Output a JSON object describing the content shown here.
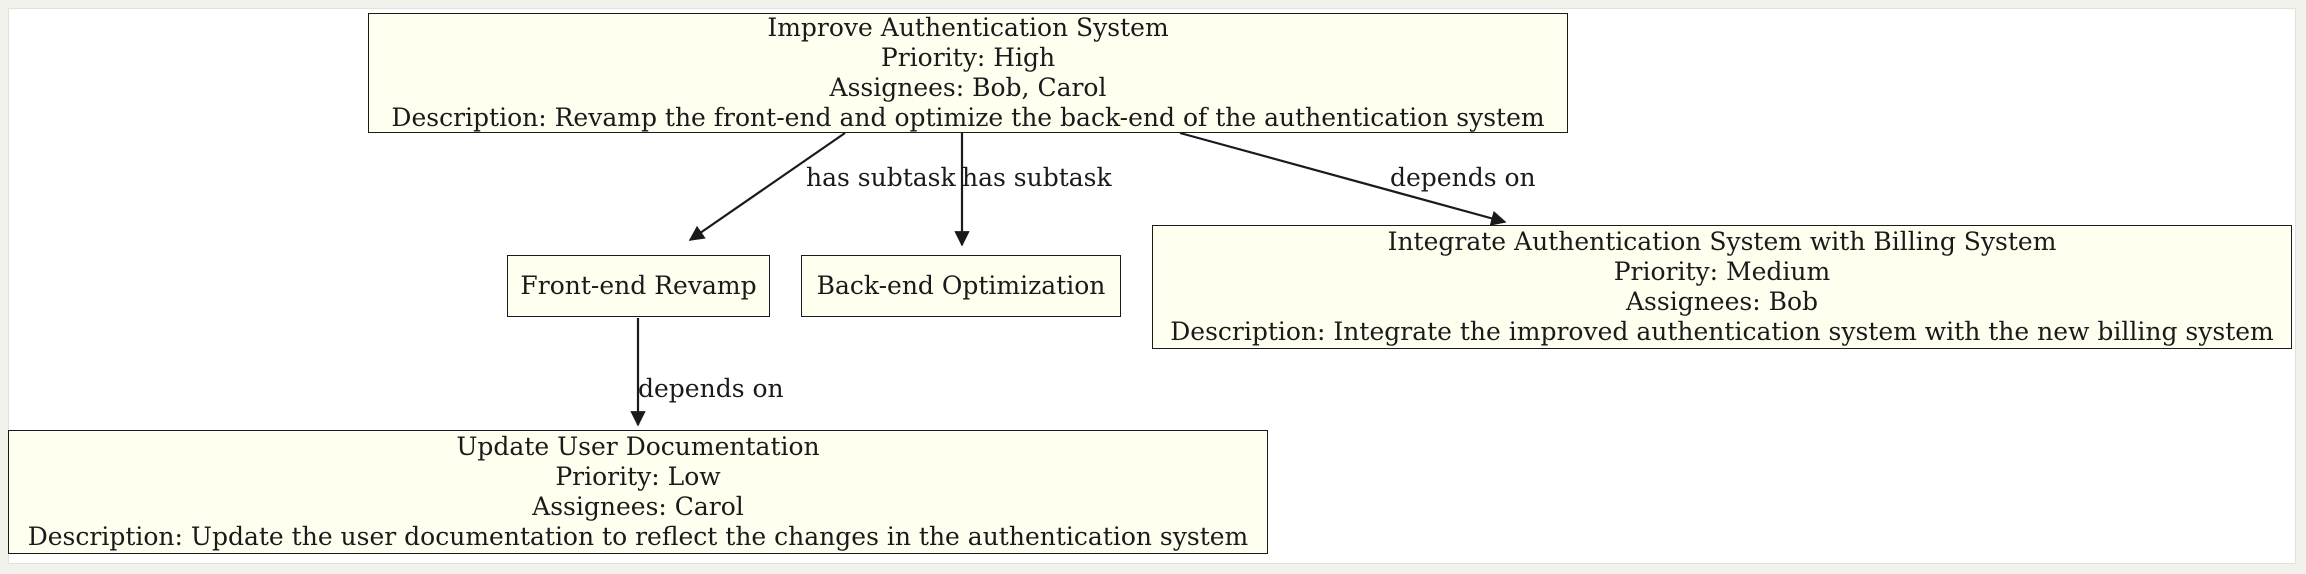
{
  "diagram": {
    "type": "directed-graph",
    "title_hint": "task-dependency-graph",
    "colors": {
      "node_fill": "#fffff0",
      "node_stroke": "#1a1a1a",
      "edge_stroke": "#1a1a1a",
      "text": "#1a1a1a",
      "page_background": "#f2f2ec",
      "sheet_background": "#ffffff"
    },
    "nodes": [
      {
        "id": "improve-authentication-system",
        "title": "Improve Authentication System",
        "priority": "Priority: High",
        "assignees": "Assignees: Bob, Carol",
        "description": "Description: Revamp the front-end and optimize the back-end of the authentication system"
      },
      {
        "id": "front-end-revamp",
        "title": "Front-end Revamp"
      },
      {
        "id": "back-end-optimization",
        "title": "Back-end Optimization"
      },
      {
        "id": "integrate-authentication-system-with-billing-system",
        "title": "Integrate Authentication System with Billing System",
        "priority": "Priority: Medium",
        "assignees": "Assignees: Bob",
        "description": "Description: Integrate the improved authentication system with the new billing system"
      },
      {
        "id": "update-user-documentation",
        "title": "Update User Documentation",
        "priority": "Priority: Low",
        "assignees": "Assignees: Carol",
        "description": "Description: Update the user documentation to reflect the changes in the authentication system"
      }
    ],
    "edges": [
      {
        "id": "edge-improve-to-front-end",
        "from": "improve-authentication-system",
        "to": "front-end-revamp",
        "label": "has subtask"
      },
      {
        "id": "edge-improve-to-back-end",
        "from": "improve-authentication-system",
        "to": "back-end-optimization",
        "label": "has subtask"
      },
      {
        "id": "edge-improve-to-integrate",
        "from": "improve-authentication-system",
        "to": "integrate-authentication-system-with-billing-system",
        "label": "depends on"
      },
      {
        "id": "edge-front-end-to-update-docs",
        "from": "front-end-revamp",
        "to": "update-user-documentation",
        "label": "depends on"
      }
    ]
  }
}
